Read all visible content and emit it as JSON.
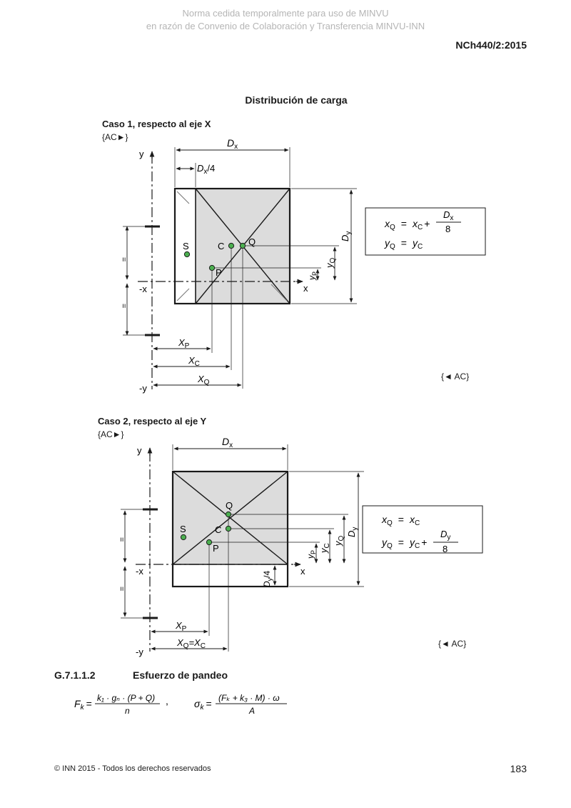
{
  "watermark": {
    "line1": "Norma cedida temporalmente para uso de MINVU",
    "line2": "en razón de Convenio de Colaboración y Transferencia MINVU-INN"
  },
  "doc_code": "NCh440/2:2015",
  "section_title": "Distribución de carga",
  "case1": {
    "title": "Caso 1, respecto al eje X",
    "ac_open": "{AC►}",
    "ac_close": "{◄ AC}",
    "labels": {
      "y": "y",
      "neg_y": "-y",
      "x": "x",
      "neg_x": "-x",
      "D": "D",
      "x_sub": "x",
      "y_sub": "y",
      "quarter": "/4",
      "S": "S",
      "C": "C",
      "Q": "Q",
      "P": "P",
      "equal": "=",
      "X": "X",
      "sub_P": "P",
      "sub_C": "C",
      "sub_Q": "Q"
    },
    "formula": {
      "line1_lhs": "x",
      "line1_lhs_sub": "Q",
      "eq": "=",
      "line1_rhs": "x",
      "line1_rhs_sub": "C",
      "plus": "+",
      "frac_num": "D",
      "frac_num_sub": "x",
      "frac_den": "8",
      "line2_lhs": "y",
      "line2_lhs_sub": "Q",
      "line2_rhs": "y",
      "line2_rhs_sub": "C"
    }
  },
  "case2": {
    "title": "Caso 2, respecto al eje Y",
    "ac_open": "{AC►}",
    "ac_close": "{◄ AC}",
    "labels": {
      "y": "y",
      "neg_y": "-y",
      "x": "x",
      "neg_x": "-x",
      "D": "D",
      "x_sub": "x",
      "y_sub": "y",
      "quarter": "/4",
      "S": "S",
      "C": "C",
      "Q": "Q",
      "P": "P",
      "equal": "=",
      "X": "X",
      "sub_P": "P",
      "sub_Q": "Q",
      "eqXC": "=X",
      "sub_C": "C"
    },
    "formula": {
      "line1_lhs": "x",
      "line1_lhs_sub": "Q",
      "eq": "=",
      "line1_rhs": "x",
      "line1_rhs_sub": "C",
      "line2_lhs": "y",
      "line2_lhs_sub": "Q",
      "line2_rhs": "y",
      "line2_rhs_sub": "C",
      "plus": "+",
      "frac_num": "D",
      "frac_num_sub": "y",
      "frac_den": "8"
    }
  },
  "subsection": {
    "number": "G.7.1.1.2",
    "title": "Esfuerzo de pandeo"
  },
  "equations": {
    "eq1": {
      "lhs": "F",
      "lhs_sub": "k",
      "eq": "=",
      "num": "k₁ · gₙ · (P + Q)",
      "den": "n"
    },
    "sep": ",",
    "eq2": {
      "lhs": "σ",
      "lhs_sub": "k",
      "eq": "=",
      "num": "(Fₖ + k₃ · M) · ω",
      "den": "A"
    }
  },
  "footer": {
    "copyright": "© INN 2015 - Todos los derechos reservados",
    "page": "183"
  }
}
